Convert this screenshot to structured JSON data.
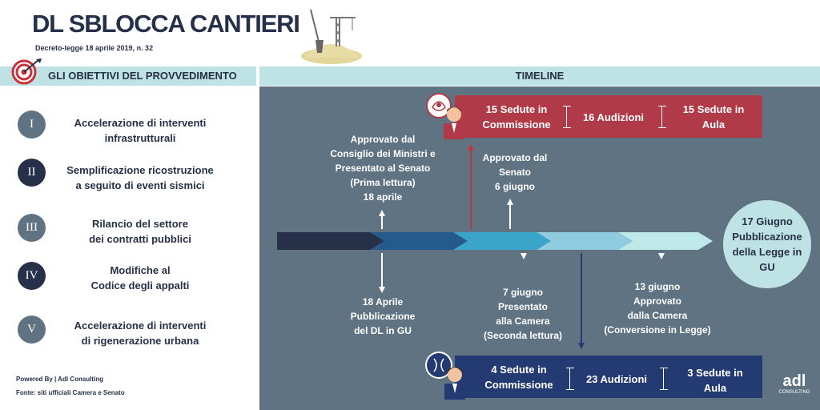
{
  "header": {
    "title": "DL SBLOCCA CANTIERI",
    "subtitle": "Decreto-legge 18 aprile 2019, n. 32"
  },
  "objectives": {
    "heading": "GLI OBIETTIVI DEL PROVVEDIMENTO",
    "items": [
      {
        "numeral": "I",
        "line1": "Accelerazione di interventi",
        "line2": "infrastrutturali"
      },
      {
        "numeral": "II",
        "line1": "Semplificazione ricostruzione",
        "line2": "a seguito di eventi sismici"
      },
      {
        "numeral": "III",
        "line1": "Rilancio del settore",
        "line2": "dei contratti pubblici"
      },
      {
        "numeral": "IV",
        "line1": "Modifiche al",
        "line2": "Codice degli appalti"
      },
      {
        "numeral": "V",
        "line1": "Accelerazione di interventi",
        "line2": "di rigenerazione urbana"
      }
    ]
  },
  "footer": {
    "powered": "Powered By | Adl Consulting",
    "source": "Fonte: siti ufficiali Camera e Senato",
    "logo_text": "adl",
    "logo_sub": "CONSULTING"
  },
  "timeline": {
    "heading": "TIMELINE",
    "senate_box": {
      "c1a": "15 Sedute in",
      "c1b": "Commissione",
      "c2": "16 Audizioni",
      "c3a": "15 Sedute in",
      "c3b": "Aula"
    },
    "camera_box": {
      "c1a": "4 Sedute in",
      "c1b": "Commissione",
      "c2": "23 Audizioni",
      "c3a": "3 Sedute in",
      "c3b": "Aula"
    },
    "above": {
      "cdm": [
        "Approvato dal",
        "Consiglio dei Ministri e",
        "Presentato al Senato",
        "(Prima lettura)",
        "18 aprile"
      ],
      "senato": [
        "Approvato dal",
        "Senato",
        "6 giugno"
      ]
    },
    "below": {
      "gu": [
        "18 Aprile",
        "Pubblicazione",
        "del DL in GU"
      ],
      "camera": [
        "7 giugno",
        "Presentato",
        "alla Camera",
        "(Seconda lettura)"
      ],
      "conv": [
        "13 giugno",
        "Approvato",
        "dalla Camera",
        "(Conversione in Legge)"
      ]
    },
    "final": [
      "17 Giugno",
      "Pubblicazione",
      "della Legge in",
      "GU"
    ]
  },
  "colors": {
    "dark": "#263048",
    "teal": "#bfe3e5",
    "panel": "#5f7383",
    "senate_red": "#b03a48",
    "camera_blue": "#243a73"
  }
}
